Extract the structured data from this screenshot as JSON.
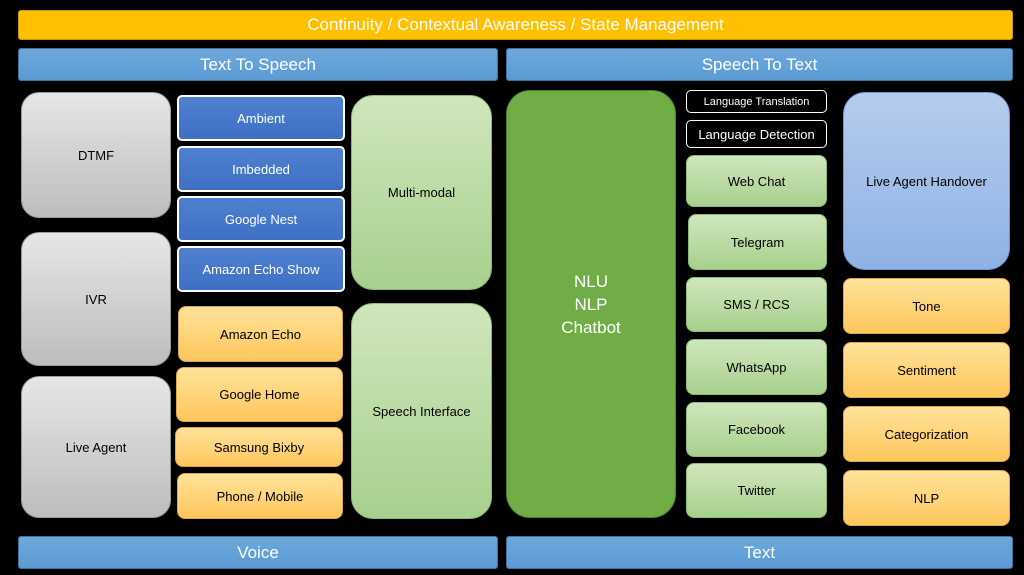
{
  "top_bar": "Continuity / Contextual Awareness / State Management",
  "headers": {
    "left": "Text To Speech",
    "right": "Speech To Text"
  },
  "footers": {
    "left": "Voice",
    "right": "Text"
  },
  "gray_boxes": [
    "DTMF",
    "IVR",
    "Live Agent"
  ],
  "blue_devices": [
    "Ambient",
    "Imbedded",
    "Google Nest",
    "Amazon Echo Show"
  ],
  "orange_devices": [
    "Amazon Echo",
    "Google Home",
    "Samsung Bixby",
    "Phone / Mobile"
  ],
  "green_interfaces": [
    "Multi-modal",
    "Speech Interface"
  ],
  "center": [
    "NLU",
    "NLP",
    "Chatbot"
  ],
  "language": [
    "Language Translation",
    "Language Detection"
  ],
  "channels": [
    "Web Chat",
    "Telegram",
    "SMS / RCS",
    "WhatsApp",
    "Facebook",
    "Twitter"
  ],
  "handover": "Live Agent Handover",
  "analysis": [
    "Tone",
    "Sentiment",
    "Categorization",
    "NLP"
  ]
}
